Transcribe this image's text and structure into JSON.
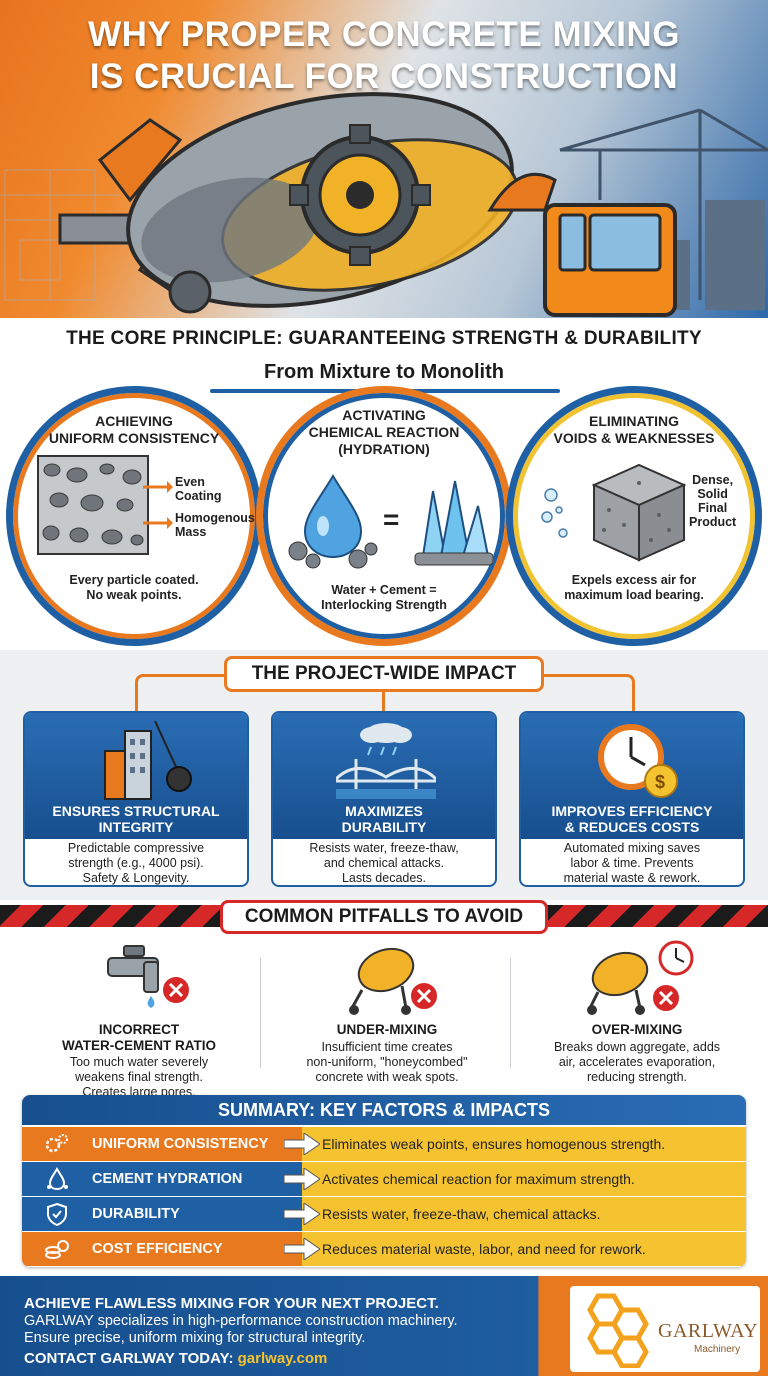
{
  "hero": {
    "title_line1": "WHY PROPER CONCRETE MIXING",
    "title_line2": "IS CRUCIAL FOR CONSTRUCTION"
  },
  "core": {
    "title": "THE CORE PRINCIPLE: GUARANTEEING STRENGTH & DURABILITY",
    "subtitle": "From Mixture to Monolith",
    "circles": [
      {
        "heading_line1": "ACHIEVING",
        "heading_line2": "UNIFORM CONSISTENCY",
        "tag1_line1": "Even",
        "tag1_line2": "Coating",
        "tag2_line1": "Homogenous",
        "tag2_line2": "Mass",
        "footer_line1": "Every particle coated.",
        "footer_line2": "No weak points."
      },
      {
        "heading_line1": "ACTIVATING",
        "heading_line2": "CHEMICAL REACTION",
        "heading_line3": "(HYDRATION)",
        "equals": "=",
        "footer_line1": "Water + Cement =",
        "footer_line2": "Interlocking Strength"
      },
      {
        "heading_line1": "ELIMINATING",
        "heading_line2": "VOIDS & WEAKNESSES",
        "tag_line1": "Dense,",
        "tag_line2": "Solid",
        "tag_line3": "Final",
        "tag_line4": "Product",
        "footer_line1": "Expels excess air for",
        "footer_line2": "maximum load bearing."
      }
    ]
  },
  "impact": {
    "title": "THE PROJECT-WIDE IMPACT",
    "cards": [
      {
        "title_line1": "ENSURES STRUCTURAL",
        "title_line2": "INTEGRITY",
        "body_line1": "Predictable compressive",
        "body_line2": "strength (e.g., 4000 psi).",
        "body_line3": "Safety & Longevity."
      },
      {
        "title_line1": "MAXIMIZES",
        "title_line2": "DURABILITY",
        "body_line1": "Resists water, freeze-thaw,",
        "body_line2": "and chemical attacks.",
        "body_line3": "Lasts decades."
      },
      {
        "title_line1": "IMPROVES EFFICIENCY",
        "title_line2": "& REDUCES COSTS",
        "body_line1": "Automated mixing saves",
        "body_line2": "labor & time. Prevents",
        "body_line3": "material waste & rework."
      }
    ]
  },
  "pitfalls": {
    "title": "COMMON PITFALLS TO AVOID",
    "items": [
      {
        "title_line1": "INCORRECT",
        "title_line2": "WATER-CEMENT RATIO",
        "desc_line1": "Too much water severely",
        "desc_line2": "weakens final strength.",
        "desc_line3": "Creates large pores."
      },
      {
        "title_line1": "UNDER-MIXING",
        "desc_line1": "Insufficient time creates",
        "desc_line2": "non-uniform, \"honeycombed\"",
        "desc_line3": "concrete with weak spots."
      },
      {
        "title_line1": "OVER-MIXING",
        "desc_line1": "Breaks down aggregate, adds",
        "desc_line2": "air, accelerates evaporation,",
        "desc_line3": "reducing strength."
      }
    ]
  },
  "summary": {
    "title": "SUMMARY: KEY FACTORS & IMPACTS",
    "rows": [
      {
        "factor": "UNIFORM CONSISTENCY",
        "impact": "Eliminates weak points, ensures homogenous strength.",
        "icon": "gears-icon",
        "color": "#e8791f"
      },
      {
        "factor": "CEMENT HYDRATION",
        "impact": "Activates chemical reaction for maximum strength.",
        "icon": "water-drop-icon",
        "color": "#1f5fa3"
      },
      {
        "factor": "DURABILITY",
        "impact": "Resists water, freeze-thaw, chemical attacks.",
        "icon": "shield-icon",
        "color": "#1f5fa3"
      },
      {
        "factor": "COST EFFICIENCY",
        "impact": "Reduces material waste, labor, and need for rework.",
        "icon": "coins-icon",
        "color": "#e8791f"
      }
    ]
  },
  "footer": {
    "headline": "ACHIEVE FLAWLESS MIXING FOR YOUR NEXT PROJECT.",
    "line2": "GARLWAY specializes in high-performance construction machinery.",
    "line3": "Ensure precise, uniform mixing for structural integrity.",
    "contact_label": "CONTACT GARLWAY TODAY:",
    "url": "garlway.com",
    "logo_name": "GARLWAY",
    "logo_sub": "Machinery"
  },
  "colors": {
    "blue": "#1f5fa3",
    "orange": "#e8791f",
    "yellow": "#f6c330",
    "red": "#d62828"
  }
}
